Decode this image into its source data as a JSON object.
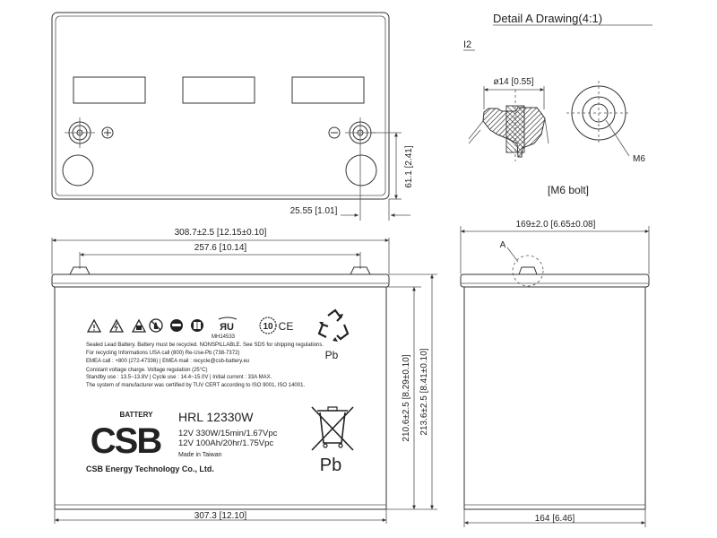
{
  "detail": {
    "title": "Detail A Drawing(4:1)",
    "section_mark": "I2",
    "diameter": "ø14  [0.55]",
    "thread_label": "M6",
    "bolt_caption": "[M6 bolt]"
  },
  "dimensions": {
    "top_height": "61.1  [2.41]",
    "top_offset": "25.55  [1.01]",
    "overall_length": "308.7±2.5  [12.15±0.10]",
    "terminal_spacing": "257.6  [10.14]",
    "container_length": "307.3  [12.10]",
    "container_height": "210.6±2.5  [8.29±0.10]",
    "total_height": "213.6±2.5  [8.41±0.10]",
    "overall_width": "169±2.0  [6.65±0.08]",
    "container_width": "164  [6.46]",
    "detail_marker": "A"
  },
  "label": {
    "warnings": [
      "Sealed Lead Battery. Battery must be recycled. NONSPILLABLE. See SDS for shipping regulations.",
      "For recycling Informations USA call (800) Re-Use-Pb (738-7372)",
      "EMEA call : +800 (272-47336)  |  EMEA mail : recycle@csb-battery.eu",
      "Constant voltage charge. Voltage regulation (25°C)",
      "Standby use : 13.5~13.8V  |  Cycle use : 14.4~15.0V  |  Initial current : 33A MAX.",
      "The system of manufacturer was certified by TUV CERT according to ISO 9001, ISO 14001."
    ],
    "ul_code": "MH14533",
    "ce_mark": "CE",
    "recycle_pb": "Pb",
    "bin_pb": "Pb",
    "brand_small": "BATTERY",
    "brand_logo": "CSB",
    "model": "HRL 12330W",
    "spec1": "12V 330W/15min/1.67Vpc",
    "spec2": "12V 100Ah/20hr/1.75Vpc",
    "origin": "Made in Taiwan",
    "company": "CSB Energy Technology Co., Ltd.",
    "ten_badge": "10"
  }
}
